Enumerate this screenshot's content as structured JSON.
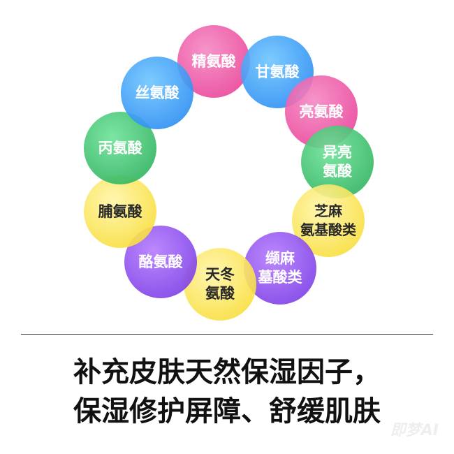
{
  "circles": [
    {
      "label": "精氨酸",
      "color": "pink"
    },
    {
      "label": "甘氨酸",
      "color": "blue"
    },
    {
      "label": "亮氨酸",
      "color": "pink"
    },
    {
      "label": "异亮\n氨酸",
      "color": "green"
    },
    {
      "label": "芝麻\n氨基酸类",
      "color": "yellow"
    },
    {
      "label": "缬麻\n墓酸类",
      "color": "purple"
    },
    {
      "label": "天冬\n氨酸",
      "color": "yellow"
    },
    {
      "label": "酪氨酸",
      "color": "purple"
    },
    {
      "label": "脯氨酸",
      "color": "yellow"
    },
    {
      "label": "丙氨酸",
      "color": "green"
    },
    {
      "label": "丝氨酸",
      "color": "blue"
    }
  ],
  "headline": {
    "line1": "补充皮肤天然保湿因子，",
    "line2": "保湿修护屏障、舒缓肌肤"
  },
  "watermark": "即梦AI"
}
